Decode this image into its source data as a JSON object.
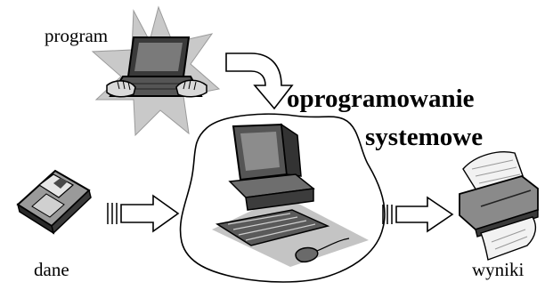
{
  "labels": {
    "program": "program",
    "input": "dane",
    "output": "wyniki"
  },
  "title": {
    "line1": "oprogramowanie",
    "line2": "systemowe"
  },
  "icons": [
    "laptop-with-hands-icon",
    "starburst-icon",
    "floppy-disk-icon",
    "desktop-computer-icon",
    "printer-icon",
    "curved-arrow-icon",
    "striped-arrow-icon"
  ],
  "colors": {
    "ink": "#000000",
    "starburst": "#c9c9c9",
    "shadow": "#bdbdbd",
    "dark_gray": "#555555",
    "light_gray": "#e6e6e6"
  }
}
